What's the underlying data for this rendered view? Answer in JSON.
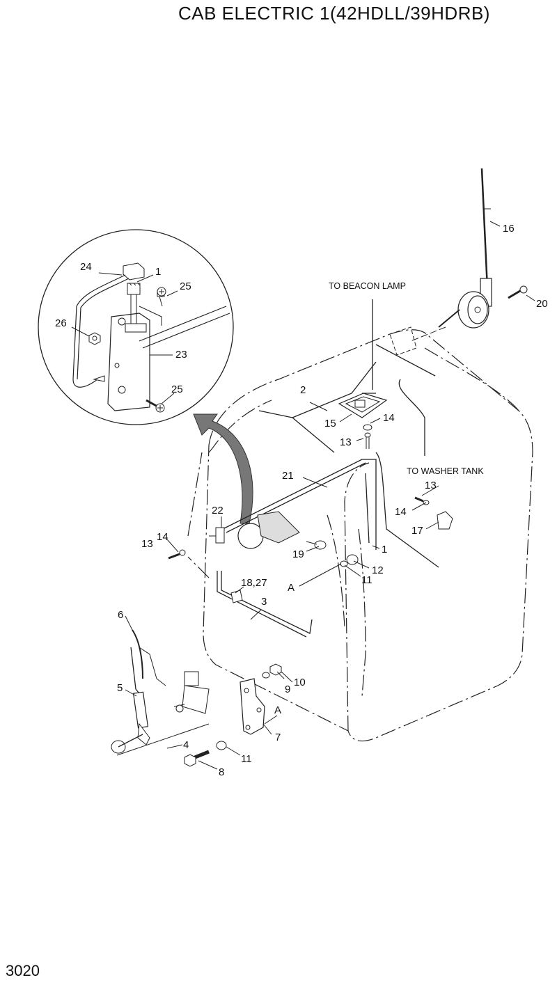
{
  "title": "CAB ELECTRIC 1(42HDLL/39HDRB)",
  "page_number": "3020",
  "notes": {
    "beacon": "TO BEACON LAMP",
    "washer": "TO WASHER TANK"
  },
  "callouts": {
    "c1_detail": "1",
    "c24": "24",
    "c25_top": "25",
    "c26": "26",
    "c23": "23",
    "c25_bottom": "25",
    "c16": "16",
    "c20": "20",
    "c2": "2",
    "c15": "15",
    "c14_top": "14",
    "c13_top": "13",
    "c21": "21",
    "c13_right": "13",
    "c14_right": "14",
    "c17": "17",
    "c22": "22",
    "c14_left": "14",
    "c13_left": "13",
    "c19": "19",
    "c1_main": "1",
    "c12": "12",
    "c11_top": "11",
    "cA_top": "A",
    "c18_27": "18,27",
    "c3": "3",
    "c6": "6",
    "c5": "5",
    "c10": "10",
    "c9": "9",
    "cA_bottom": "A",
    "c7": "7",
    "c4": "4",
    "c11_bottom": "11",
    "c8": "8"
  }
}
